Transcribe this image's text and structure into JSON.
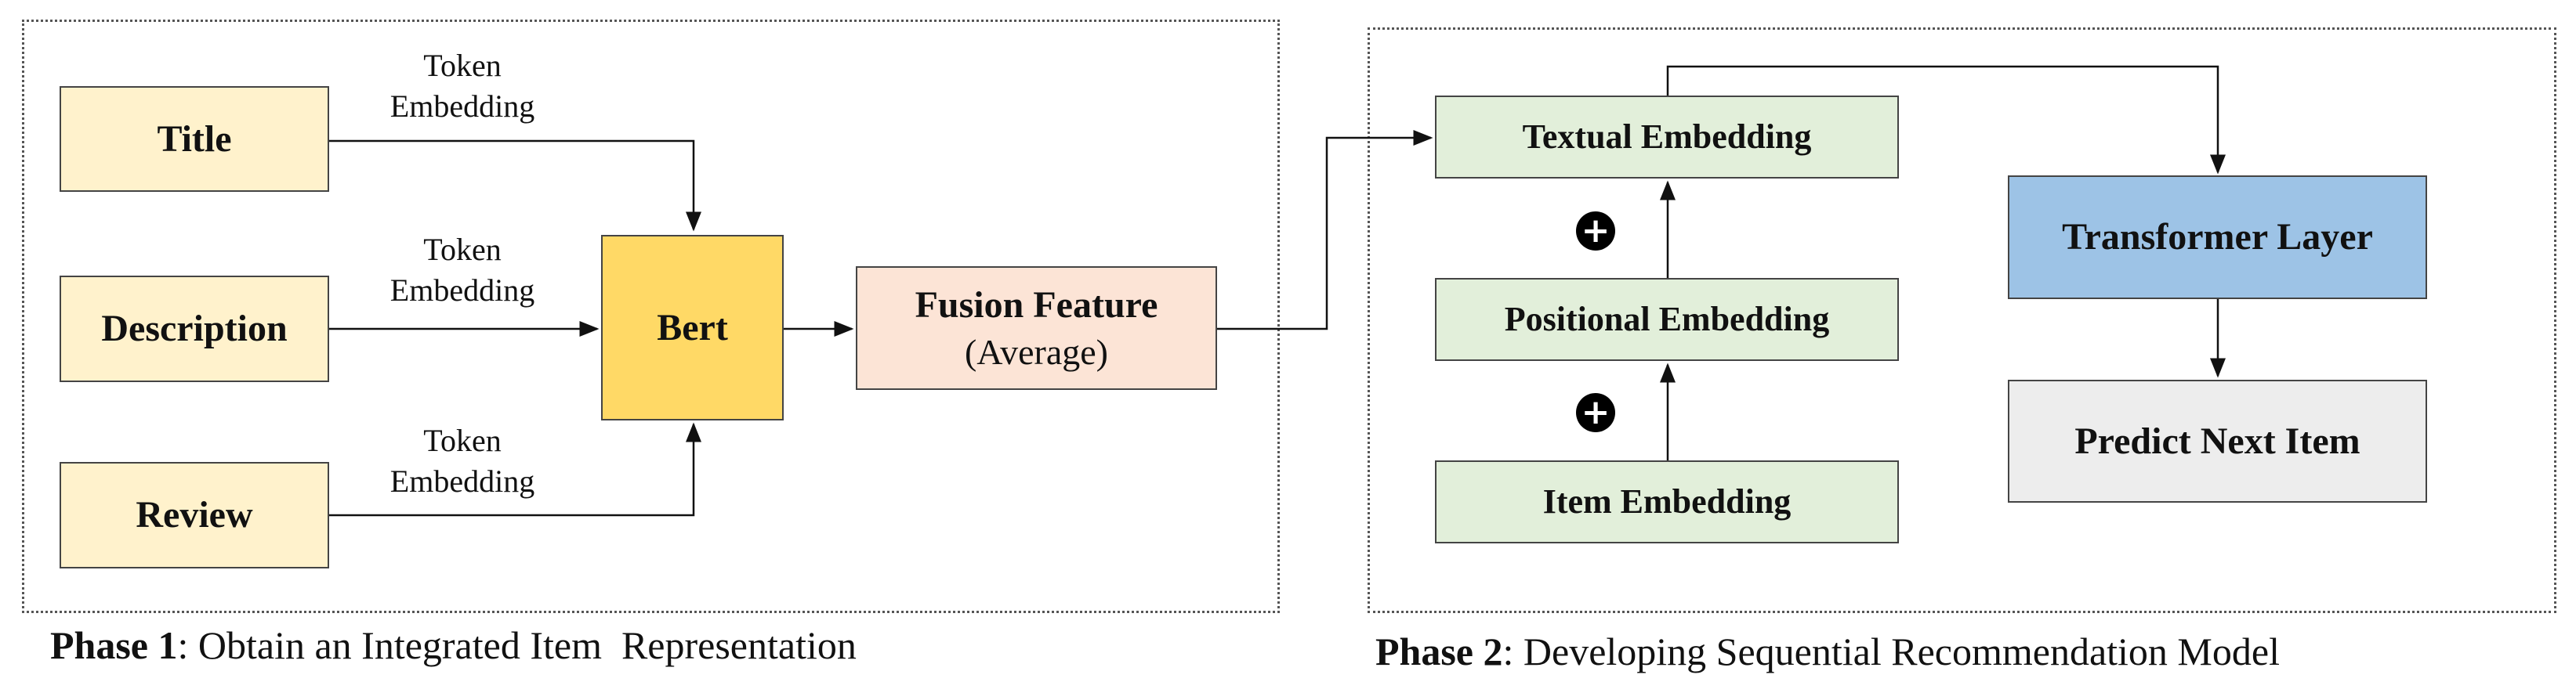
{
  "phase1": {
    "caption_bold": "Phase 1",
    "caption_text": ": Obtain an Integrated Item  Representation",
    "inputs": [
      {
        "label": "Title",
        "edge_line1": "Token",
        "edge_line2": "Embedding"
      },
      {
        "label": "Description",
        "edge_line1": "Token",
        "edge_line2": "Embedding"
      },
      {
        "label": "Review",
        "edge_line1": "Token",
        "edge_line2": "Embedding"
      }
    ],
    "encoder": "Bert",
    "fusion": {
      "title": "Fusion Feature",
      "subtitle": "(Average)"
    }
  },
  "phase2": {
    "caption_bold": "Phase 2",
    "caption_text": ": Developing Sequential Recommendation Model",
    "embeddings": {
      "textual": "Textual Embedding",
      "positional": "Positional Embedding",
      "item": "Item Embedding"
    },
    "plus_symbol": "+",
    "transformer": "Transformer Layer",
    "predict": "Predict Next Item"
  },
  "colors": {
    "input_fill": "#fff2cc",
    "bert_fill": "#ffd966",
    "fusion_fill": "#fce4d6",
    "embedding_fill": "#e2efda",
    "transformer_fill": "#9dc3e6",
    "predict_fill": "#ededed"
  }
}
